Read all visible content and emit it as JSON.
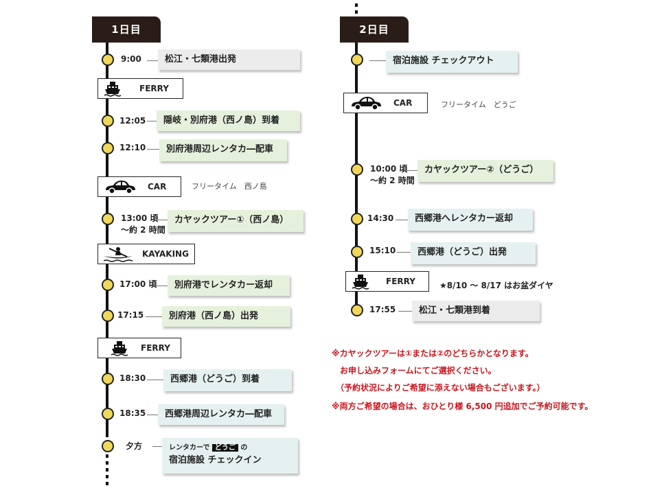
{
  "day1": {
    "title": "1日目",
    "events": [
      {
        "time": "9:00",
        "text": "松江・七類港出発"
      },
      {
        "time": "12:05",
        "text": "隠岐・別府港（西ノ島）到着"
      },
      {
        "time": "12:10",
        "text": "別府港周辺レンタカ―配車"
      },
      {
        "time": "13:00 頃",
        "time2": "～約 2 時間",
        "text": "カヤックツアー①（西ノ島）"
      },
      {
        "time": "17:00 頃",
        "text": "別府港でレンタカー返却"
      },
      {
        "time": "17:15",
        "text": "別府港（西ノ島）出発"
      },
      {
        "time": "18:30",
        "text": "西郷港（どうご）到着"
      },
      {
        "time": "18:35",
        "text": "西郷港周辺レンタカ―配車"
      },
      {
        "time": "夕方",
        "line1_pre": "レンタカーで",
        "line1_highlight": "どうご",
        "line1_post": "の",
        "line2": "宿泊施設 チェックイン"
      }
    ],
    "transports": [
      {
        "label": "FERRY",
        "icon": "ferry-icon"
      },
      {
        "label": "CAR",
        "icon": "car-icon",
        "note": "フリータイム　西ノ島"
      },
      {
        "label": "KAYAKING",
        "icon": "kayak-icon"
      },
      {
        "label": "FERRY",
        "icon": "ferry-icon"
      }
    ]
  },
  "day2": {
    "title": "2日目",
    "events": [
      {
        "time": "",
        "text": "宿泊施設 チェックアウト"
      },
      {
        "time": "10:00 頃",
        "time2": "～約 2 時間",
        "text": "カヤックツアー②（どうご）"
      },
      {
        "time": "14:30",
        "text": "西郷港へレンタカー返却"
      },
      {
        "time": "15:10",
        "text": "西郷港（どうご）出発"
      },
      {
        "time": "17:55",
        "text": "松江・七類港到着"
      }
    ],
    "transports": [
      {
        "label": "CAR",
        "icon": "car-icon",
        "note": "フリータイム　どうご"
      },
      {
        "label": "FERRY",
        "icon": "ferry-icon",
        "note": "★8/10 ～ 8/17 はお盆ダイヤ"
      }
    ]
  },
  "notes": [
    "※カヤックツアーは①または②のどちらかとなります。",
    "　お申し込みフォームにてご選択ください。",
    "　（予約状況によりご希望に添えない場合もございます。）",
    "※両方ご希望の場合は、おひとり様 6,500 円追加でご予約可能です。"
  ],
  "colors": {
    "dot": "#f0d75a",
    "header": "#2a1d17",
    "green_card": "#e5f1dc",
    "blue_card": "#e5f1f1",
    "gray_card": "#ececec",
    "note_red": "#c9141c"
  }
}
